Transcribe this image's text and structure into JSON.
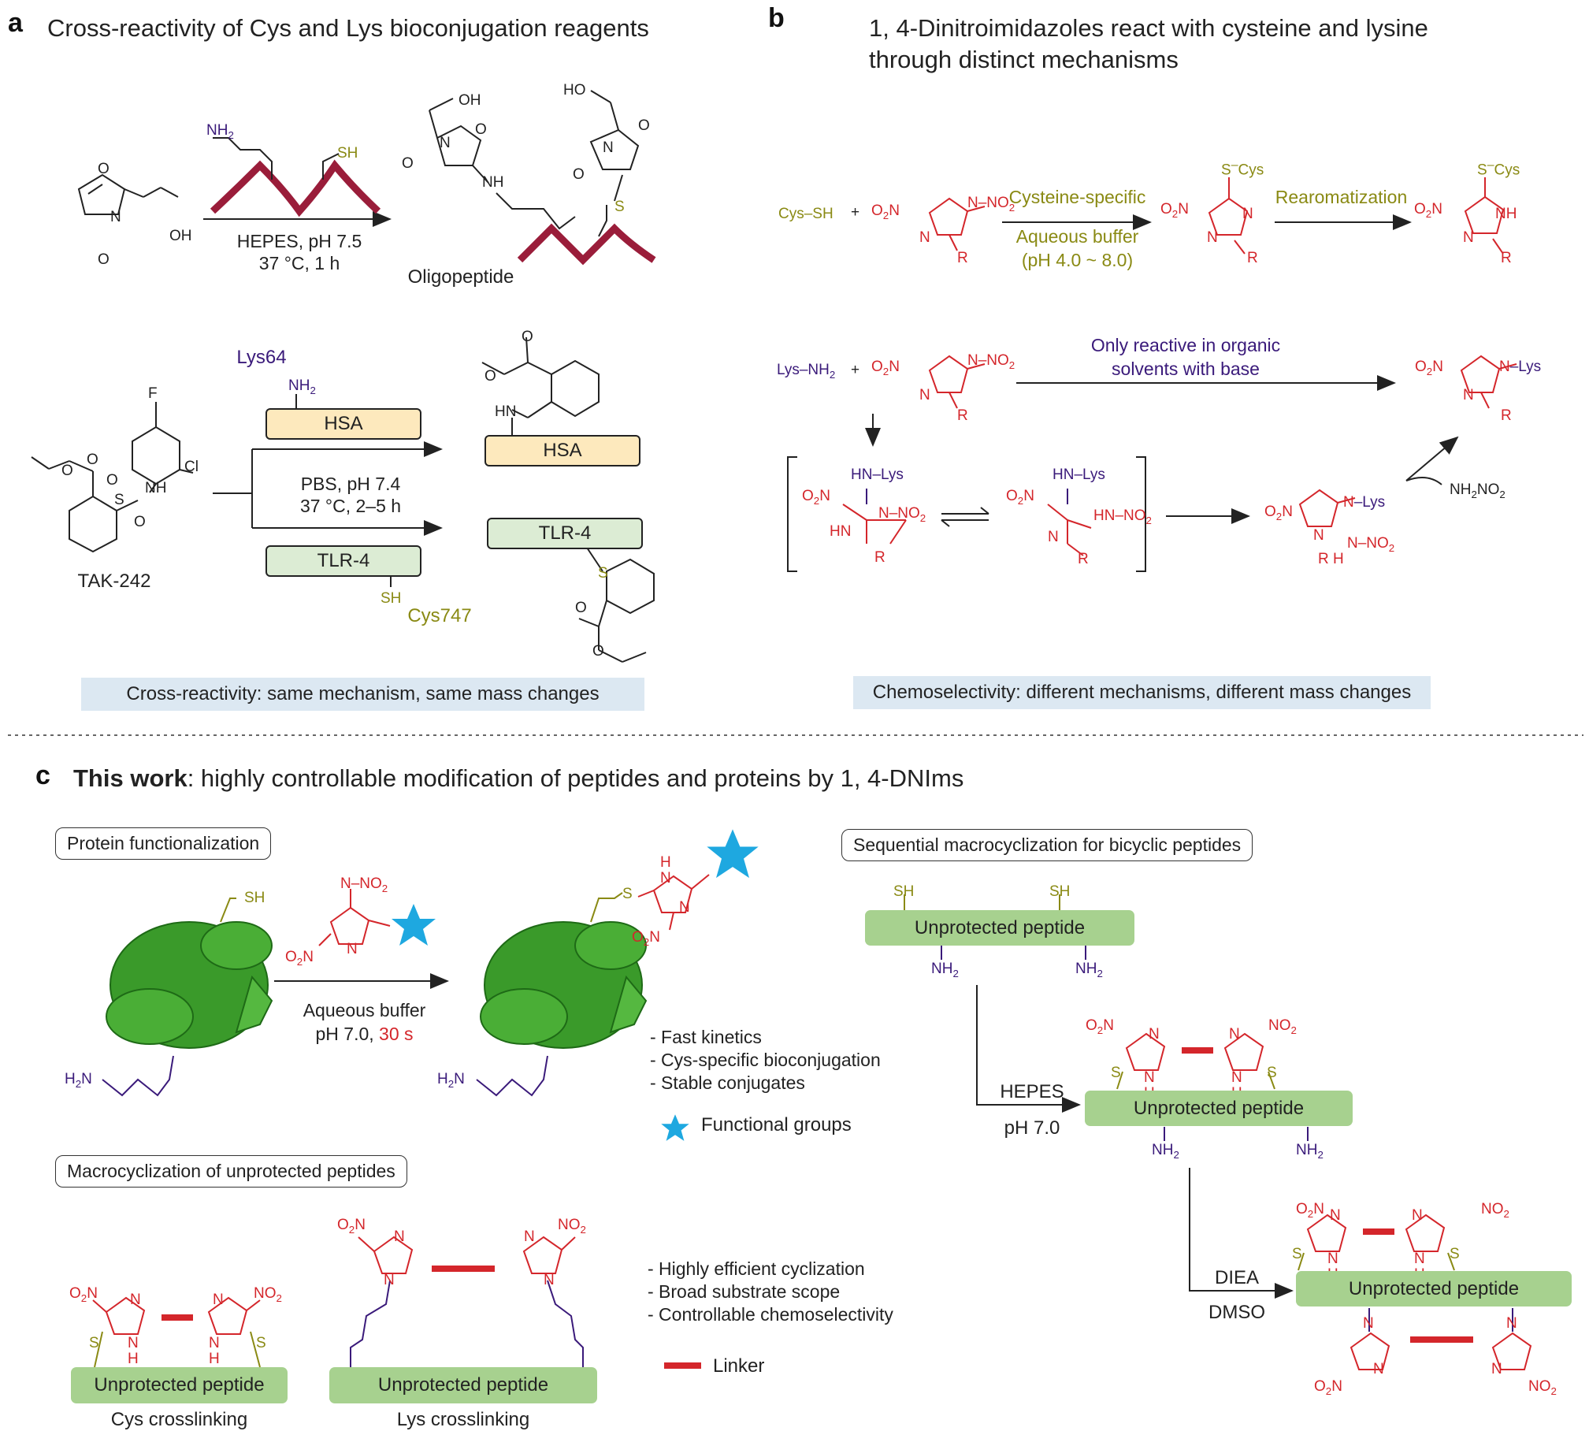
{
  "panel_a": {
    "letter": "a",
    "title": "Cross-reactivity of Cys and Lys bioconjugation reagents",
    "cond1_line1": "HEPES, pH 7.5",
    "cond1_line2": "37 °C, 1 h",
    "oligopeptide": "Oligopeptide",
    "lys64": "Lys64",
    "cys747": "Cys747",
    "hsa": "HSA",
    "tlr4": "TLR-4",
    "cond2_line1": "PBS, pH 7.4",
    "cond2_line2": "37 °C, 2–5 h",
    "tak": "TAK-242",
    "note": "Cross-reactivity: same mechanism, same mass changes"
  },
  "panel_b": {
    "letter": "b",
    "title_line1": "1, 4-Dinitroimidazoles react with cysteine and lysine",
    "title_line2": "through distinct mechanisms",
    "cys_sh": "Cys–SH",
    "cys_specific": "Cysteine-specific",
    "aqueous": "Aqueous buffer",
    "ph_range": "(pH 4.0 ~ 8.0)",
    "rearomatization": "Rearomatization",
    "organic_line1": "Only reactive in organic",
    "organic_line2": "solvents with base",
    "note": "Chemoselectivity: different mechanisms, different mass changes"
  },
  "panel_c": {
    "letter": "c",
    "title_bold": "This work",
    "title_rest": ": highly controllable modification of peptides and proteins by 1, 4-DNIms",
    "protein_func": "Protein functionalization",
    "aqueous": "Aqueous buffer",
    "ph": "pH 7.0,",
    "time": "30 s",
    "bullets1": [
      "- Fast kinetics",
      "- Cys-specific bioconjugation",
      "- Stable conjugates"
    ],
    "functional_groups": "Functional groups",
    "macro": "Macrocyclization of unprotected peptides",
    "bullets2": [
      "- Highly efficient cyclization",
      "- Broad substrate scope",
      "- Controllable chemoselectivity"
    ],
    "linker": "Linker",
    "cys_cross": "Cys crosslinking",
    "lys_cross": "Lys crosslinking",
    "unprotected": "Unprotected peptide",
    "sequential": "Sequential macrocyclization for bicyclic peptides",
    "hepes": "HEPES",
    "ph70": "pH 7.0",
    "diea": "DIEA",
    "dmso": "DMSO"
  },
  "colors": {
    "red": "#d4262b",
    "olive": "#8a8a14",
    "purple": "#3a1a7a",
    "protein_green": "#3a9a2a",
    "peptide_green": "#a7d18f",
    "hsa_fill": "#fde9bd",
    "tlr_fill": "#dcecd4",
    "note_blue": "#dce8f2",
    "star_blue": "#1ea8e0",
    "maroon": "#9a1d3a"
  }
}
